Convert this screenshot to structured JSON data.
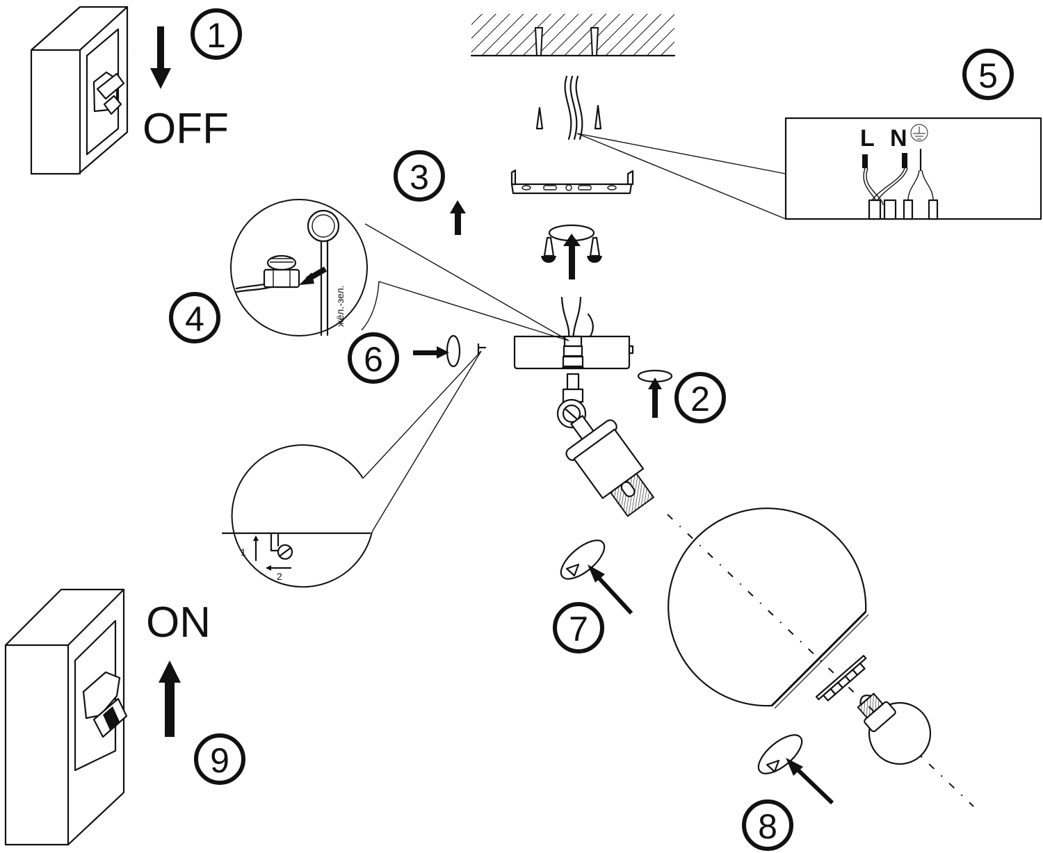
{
  "diagram": {
    "title": "Ceiling lamp installation steps",
    "steps": [
      {
        "id": 1,
        "label": "1",
        "caption": "OFF",
        "description": "Switch off power"
      },
      {
        "id": 2,
        "label": "2",
        "description": "Unscrew socket assembly from canopy"
      },
      {
        "id": 3,
        "label": "3",
        "description": "Fix mounting bracket to ceiling"
      },
      {
        "id": 4,
        "label": "4",
        "description": "Connect earth wire"
      },
      {
        "id": 5,
        "label": "5",
        "description": "Connect wires to terminal"
      },
      {
        "id": 6,
        "label": "6",
        "description": "Fasten canopy screw"
      },
      {
        "id": 7,
        "label": "7",
        "description": "Screw on ring"
      },
      {
        "id": 8,
        "label": "8",
        "description": "Screw on glass shade ring"
      },
      {
        "id": 9,
        "label": "9",
        "caption": "ON",
        "description": "Switch on power"
      }
    ],
    "wiring_labels": {
      "live": "L",
      "neutral": "N",
      "earth": "earth-ground-symbol"
    },
    "earth_wire_label": "жёл.-зел.",
    "detail_arrow_labels": {
      "first": "1",
      "second": "2"
    }
  }
}
